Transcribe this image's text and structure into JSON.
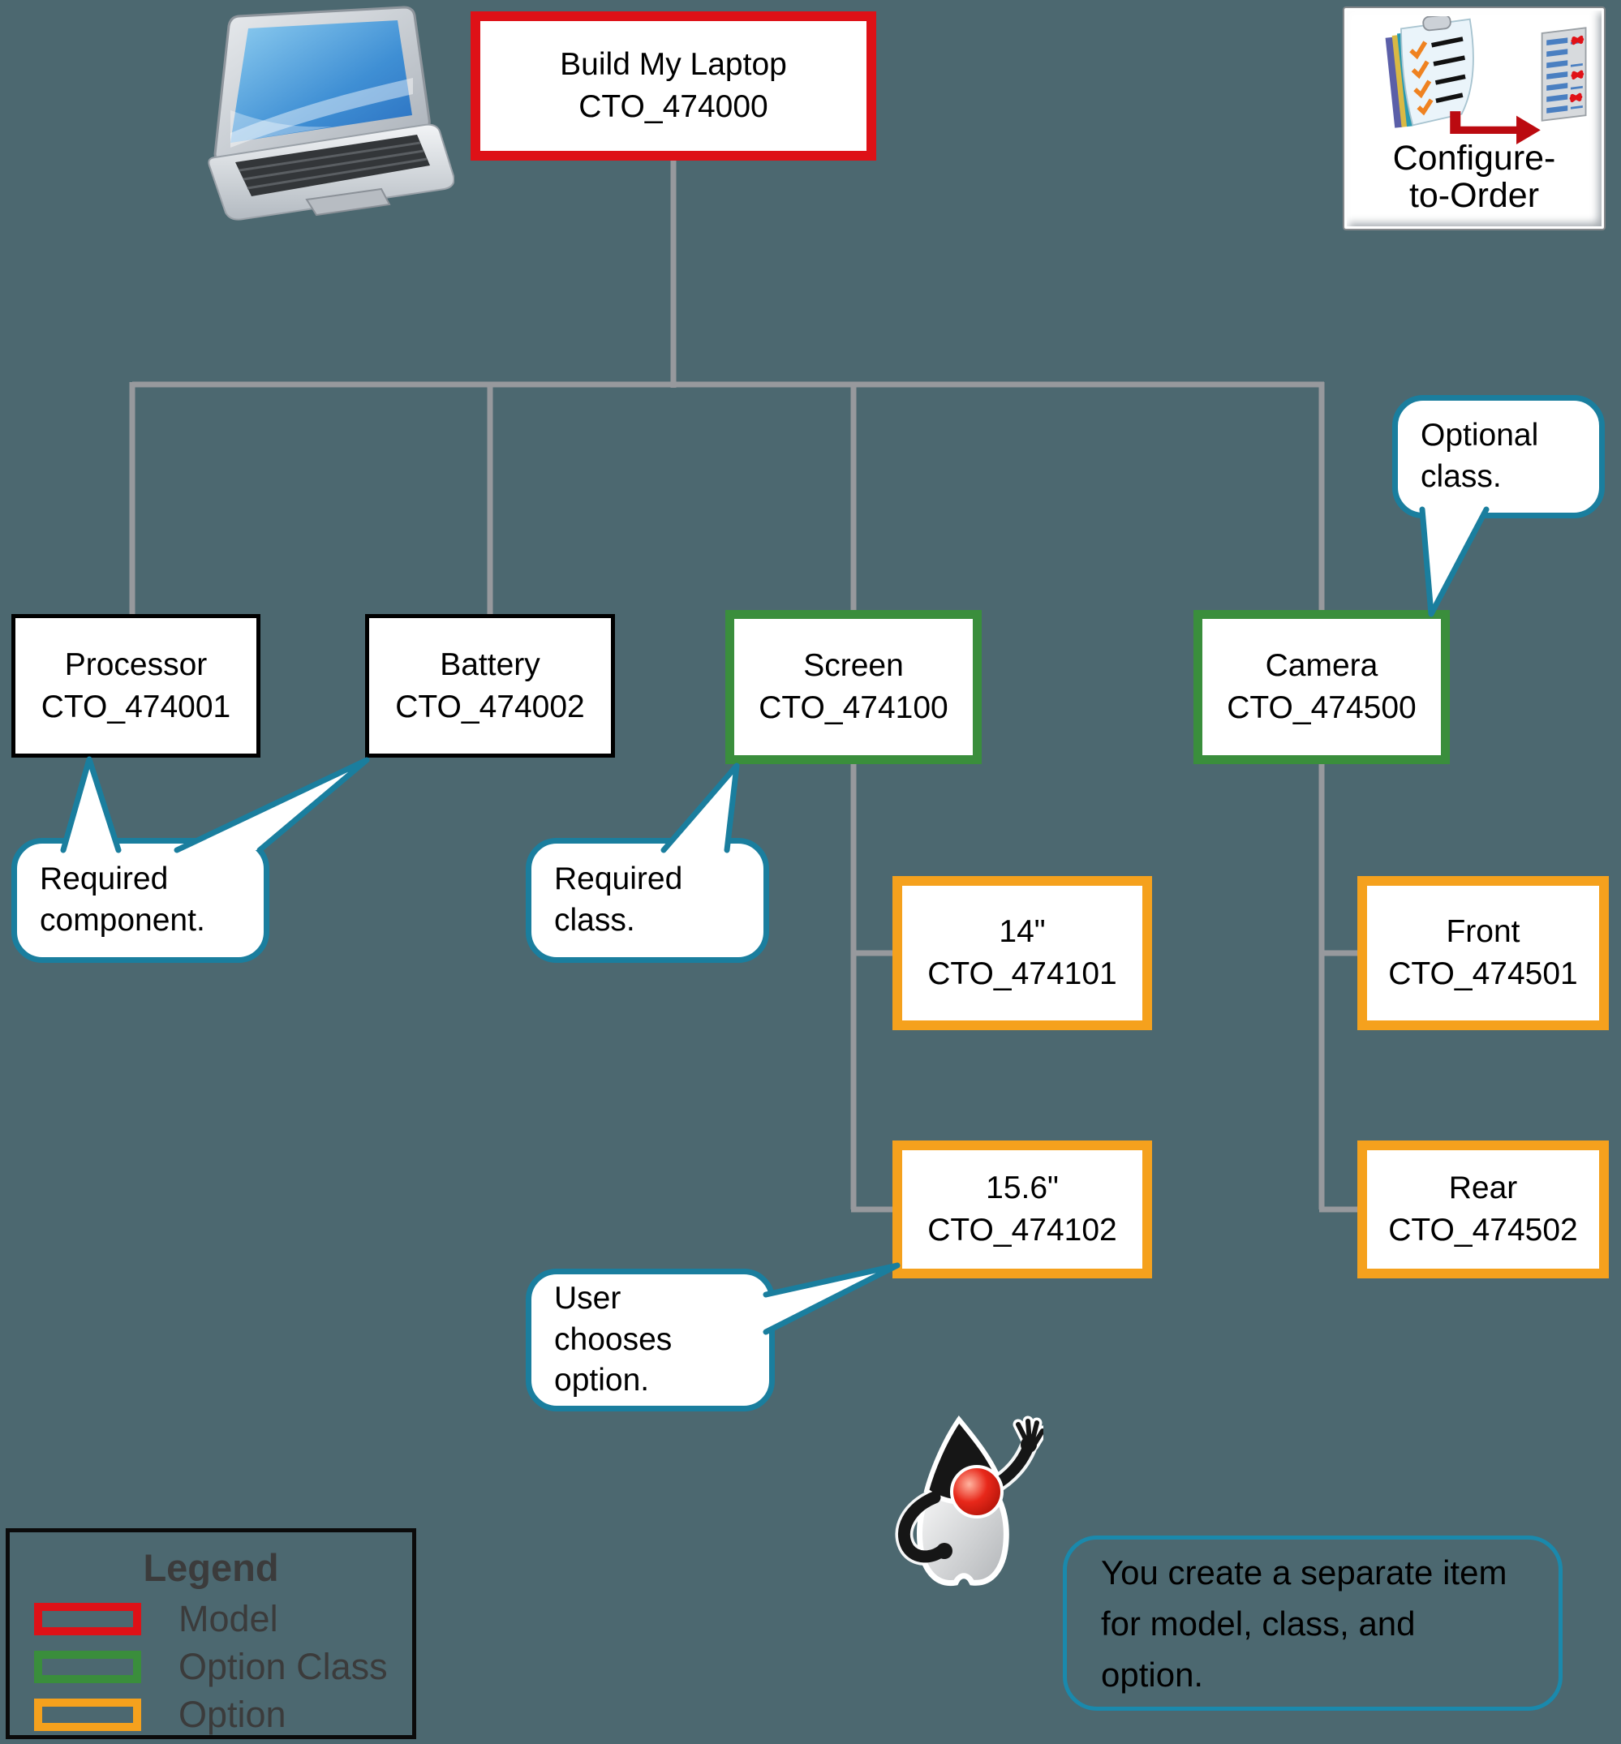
{
  "colors": {
    "background": "#4C6870",
    "connector_gray": "#97999D",
    "model_red": "#DE1117",
    "option_class_green": "#3A8E3C",
    "option_orange": "#F5A11D",
    "callout_teal": "#1A7E9E",
    "legend_text": "#3B3B3B"
  },
  "nodes": {
    "model": {
      "name": "Build My Laptop",
      "code": "CTO_474000",
      "type": "Model"
    },
    "processor": {
      "name": "Processor",
      "code": "CTO_474001",
      "type": "Required component"
    },
    "battery": {
      "name": "Battery",
      "code": "CTO_474002",
      "type": "Required component"
    },
    "screen": {
      "name": "Screen",
      "code": "CTO_474100",
      "type": "Option Class"
    },
    "camera": {
      "name": "Camera",
      "code": "CTO_474500",
      "type": "Option Class"
    },
    "screen14": {
      "name": "14\"",
      "code": "CTO_474101",
      "type": "Option"
    },
    "screen156": {
      "name": "15.6\"",
      "code": "CTO_474102",
      "type": "Option"
    },
    "front": {
      "name": "Front",
      "code": "CTO_474501",
      "type": "Option"
    },
    "rear": {
      "name": "Rear",
      "code": "CTO_474502",
      "type": "Option"
    }
  },
  "callouts": {
    "optional_class": "Optional\nclass.",
    "required_component": "Required\ncomponent.",
    "required_class": "Required\nclass.",
    "user_chooses": "User\nchooses\noption."
  },
  "legend": {
    "title": "Legend",
    "items": [
      {
        "label": "Model",
        "color": "#DE1117"
      },
      {
        "label": "Option Class",
        "color": "#3A8E3C"
      },
      {
        "label": "Option",
        "color": "#F5A11D"
      }
    ]
  },
  "note": {
    "text": "You create a separate item\nfor model, class, and option."
  },
  "icons": {
    "laptop": "laptop",
    "duke": "waving-mascot",
    "configure_to_order": {
      "line1": "Configure-",
      "line2": "to-Order"
    }
  }
}
